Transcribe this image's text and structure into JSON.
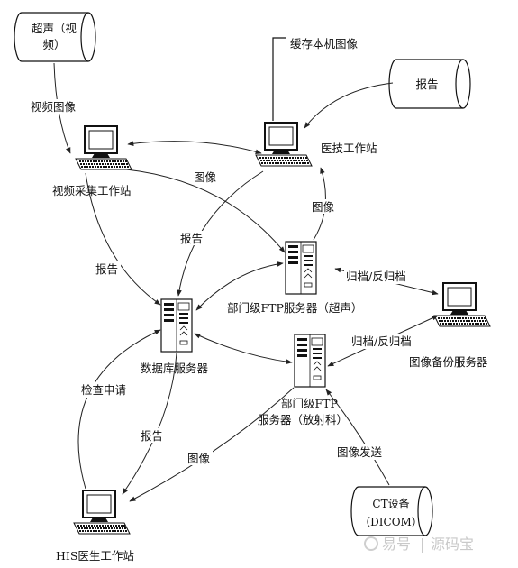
{
  "storage": {
    "ultrasound": {
      "line1": "超声（视",
      "line2": "频）"
    },
    "report": {
      "label": "报告"
    },
    "ct": {
      "line1": "CT设备",
      "line2": "（DICOM）"
    }
  },
  "nodes": {
    "video_ws": "视频采集工作站",
    "medtech_ws": "医技工作站",
    "cache_note": "缓存本机图像",
    "ftp_ultrasound": "部门级FTP服务器（超声）",
    "database": "数据库服务器",
    "ftp_radiology_line1": "部门级FTP",
    "ftp_radiology_line2": "服务器（放射科）",
    "backup": "图像备份服务器",
    "his": "HIS医生工作站"
  },
  "edges": {
    "video_image": "视频图像",
    "image_1": "图像",
    "image_2": "图像",
    "report_1": "报告",
    "report_2": "报告",
    "report_3": "报告",
    "archive_1": "归档/反归档",
    "archive_2": "归档/反归档",
    "exam_request": "检查申请",
    "image_3": "图像",
    "image_send": "图像发送"
  },
  "watermark": {
    "brand": "易号",
    "sep": "|",
    "name": "源码宝"
  }
}
